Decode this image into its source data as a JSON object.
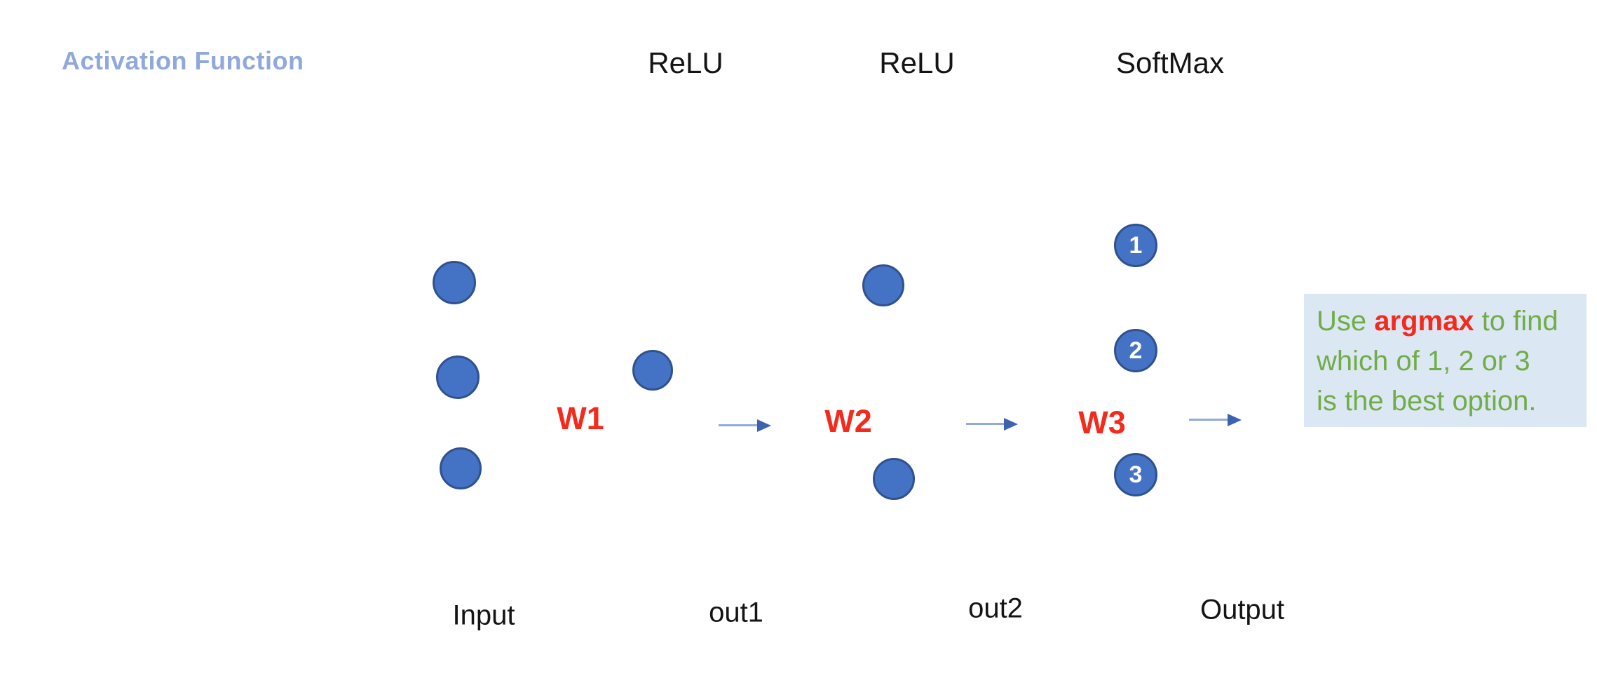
{
  "palette": {
    "node_fill": "#4472C4",
    "node_border": "#2F528F",
    "arrow_line": "#8FAADC",
    "arrow_head": "#3D63B0",
    "title_blue": "#8FA9DC",
    "weight_red": "#F32A1C",
    "note_green": "#70AD47",
    "note_bg": "#DCE7F4",
    "label_black": "#141414",
    "background": "#FFFFFF"
  },
  "title": {
    "text": "Activation Function"
  },
  "activation_row": {
    "labels": [
      {
        "text": "ReLU"
      },
      {
        "text": "ReLU"
      },
      {
        "text": "SoftMax"
      }
    ]
  },
  "weights": {
    "w1": "W1",
    "w2": "W2",
    "w3": "W3"
  },
  "layers": {
    "input": {
      "caption": "Input",
      "node_count": 3
    },
    "hidden1": {
      "caption": "out1",
      "node_count": 1
    },
    "hidden2": {
      "caption": "out2",
      "node_count": 2
    },
    "output": {
      "caption": "Output",
      "node_count": 3,
      "nodes": [
        {
          "label": "1"
        },
        {
          "label": "2"
        },
        {
          "label": "3"
        }
      ]
    }
  },
  "note": {
    "line1_lead": "Use ",
    "line1_keyword": "argmax",
    "line1_tail": " to find",
    "line2": "which of 1, 2 or 3",
    "line3": "is the best option."
  }
}
